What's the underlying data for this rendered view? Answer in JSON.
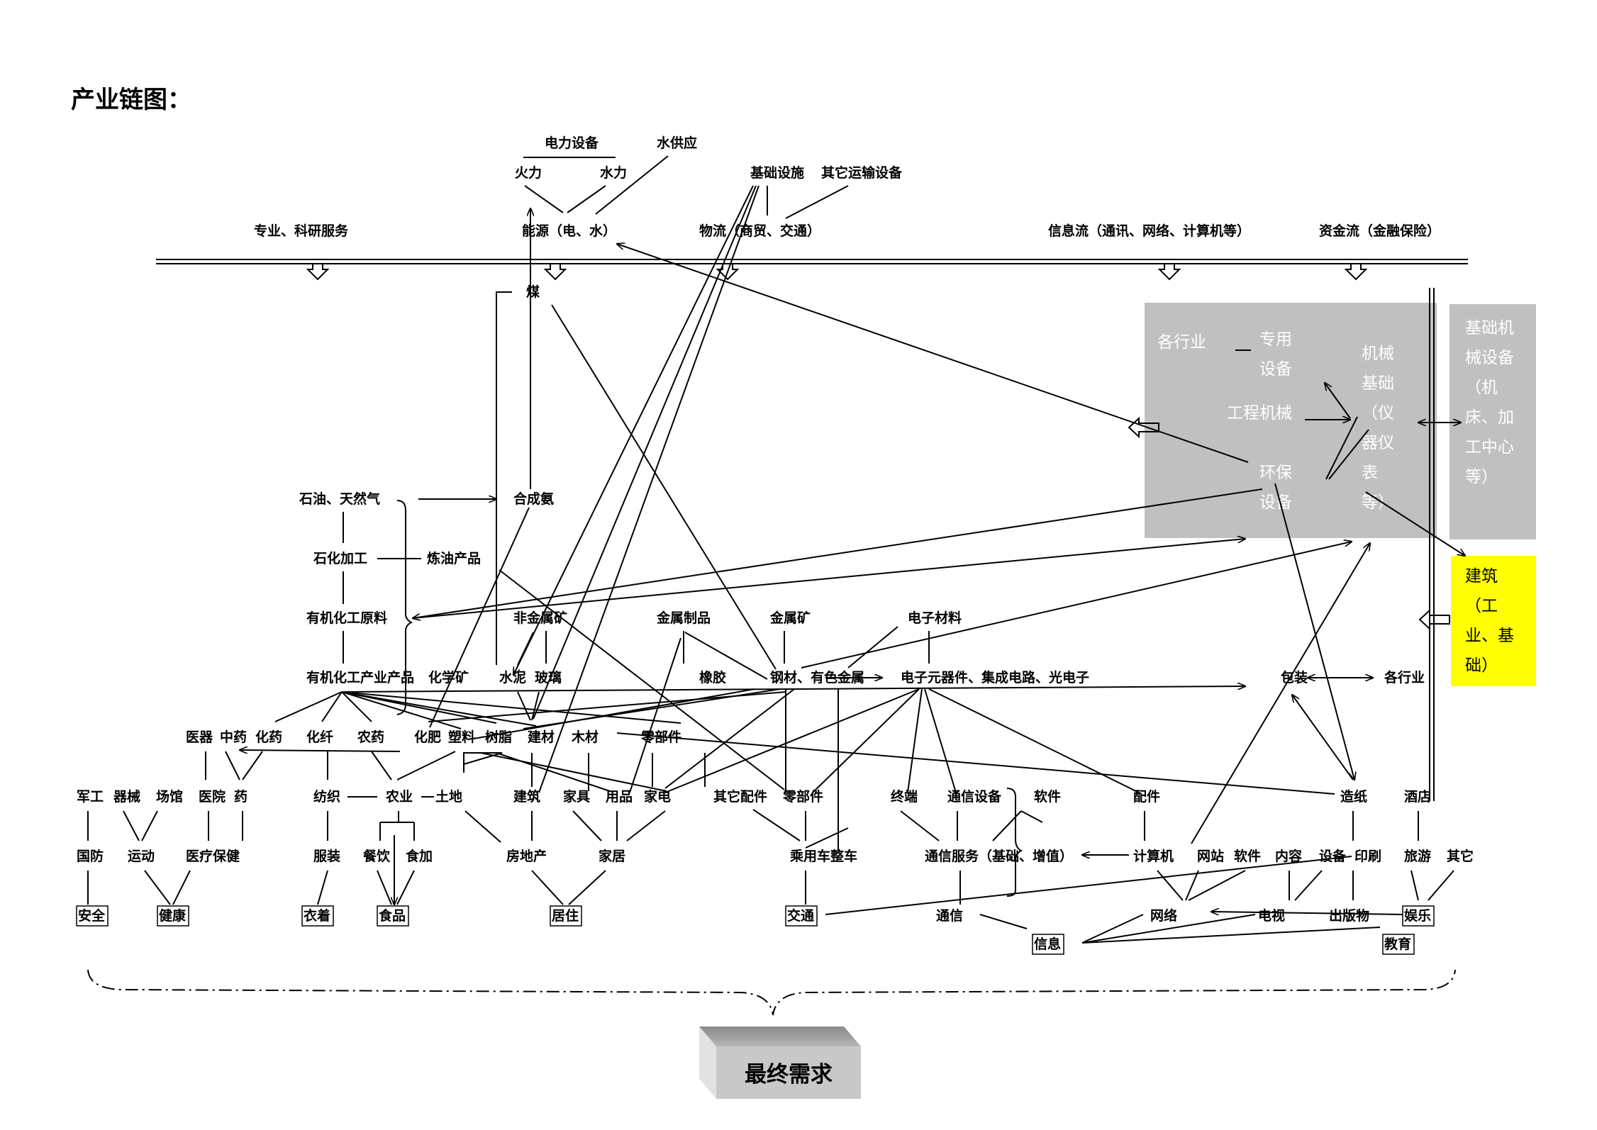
{
  "title": "产业链图：",
  "final_label": "最终需求",
  "top_bar": [
    "专业、科研服务",
    "能源（电、水）",
    "物流（商贸、交通）",
    "信息流（通讯、网络、计算机等）",
    "资金流（金融保险）"
  ],
  "panel": {
    "col1": "各行业",
    "specialized": [
      "专用",
      "设备"
    ],
    "engineering": "工程机械",
    "env": [
      "环保",
      "设备"
    ],
    "machinery": [
      "机械",
      "基础",
      "（仪",
      "器仪",
      "表",
      "等）"
    ],
    "basic": [
      "基础机",
      "械设备",
      "（机",
      "床、加",
      "工中心",
      "等）"
    ]
  },
  "construction_box": [
    "建筑",
    "（工",
    "业、基",
    "础）"
  ],
  "nodes": {
    "elec_equip": "电力设备",
    "water_supply": "水供应",
    "thermal": "火力",
    "hydro": "水力",
    "infrastructure": "基础设施",
    "other_transport": "其它运输设备",
    "coal": "煤",
    "oil_gas": "石油、天然气",
    "synth_ammonia": "合成氨",
    "petro_proc": "石化加工",
    "refined": "炼油产品",
    "organic_raw": "有机化工原料",
    "nonmetal_ore": "非金属矿",
    "metal_prod": "金属制品",
    "metal_ore": "金属矿",
    "elec_mat": "电子材料",
    "organic_prod": "有机化工产业产品",
    "chem_ore": "化学矿",
    "cement": "水泥",
    "glass": "玻璃",
    "rubber": "橡胶",
    "steel": "钢材、有色金属",
    "electronics": "电子元器件、集成电路、光电子",
    "packaging": "包装",
    "all_industry": "各行业",
    "med_device": "医器",
    "tcm": "中药",
    "chem_drug": "化药",
    "chem_fiber": "化纤",
    "pesticide": "农药",
    "fertilizer": "化肥",
    "plastics": "塑料",
    "resin": "树脂",
    "building_mat": "建材",
    "timber": "木材",
    "parts1": "零部件",
    "military": "军工",
    "equipment": "器械",
    "venue": "场馆",
    "hospital": "医院",
    "drug": "药",
    "textile": "纺织",
    "agriculture": "农业",
    "land": "土地",
    "building": "建筑",
    "furniture": "家具",
    "supplies": "用品",
    "appliance": "家电",
    "other_parts": "其它配件",
    "parts2": "零部件",
    "terminal": "终端",
    "telecom_equip": "通信设备",
    "software": "软件",
    "accessories": "配件",
    "papermaking": "造纸",
    "hotel": "酒店",
    "defense": "国防",
    "sports": "运动",
    "healthcare": "医疗保健",
    "clothing": "服装",
    "catering": "餐饮",
    "food_proc": "食加",
    "real_estate": "房地产",
    "home": "家居",
    "vehicle": "乘用车整车",
    "telecom_service": "通信服务（基础、增值）",
    "computer": "计算机",
    "website": "网站",
    "software2": "软件",
    "content": "内容",
    "equipment2": "设备",
    "printing": "印刷",
    "tourism": "旅游",
    "others": "其它",
    "communication": "通信",
    "network": "网络",
    "tv": "电视",
    "publications": "出版物"
  },
  "final_needs": [
    "安全",
    "健康",
    "衣着",
    "食品",
    "居住",
    "交通",
    "信息",
    "教育",
    "娱乐"
  ],
  "colors": {
    "panel": "#c0c0c0",
    "construction": "#ffff00",
    "final_box": "#c8c8c8"
  }
}
